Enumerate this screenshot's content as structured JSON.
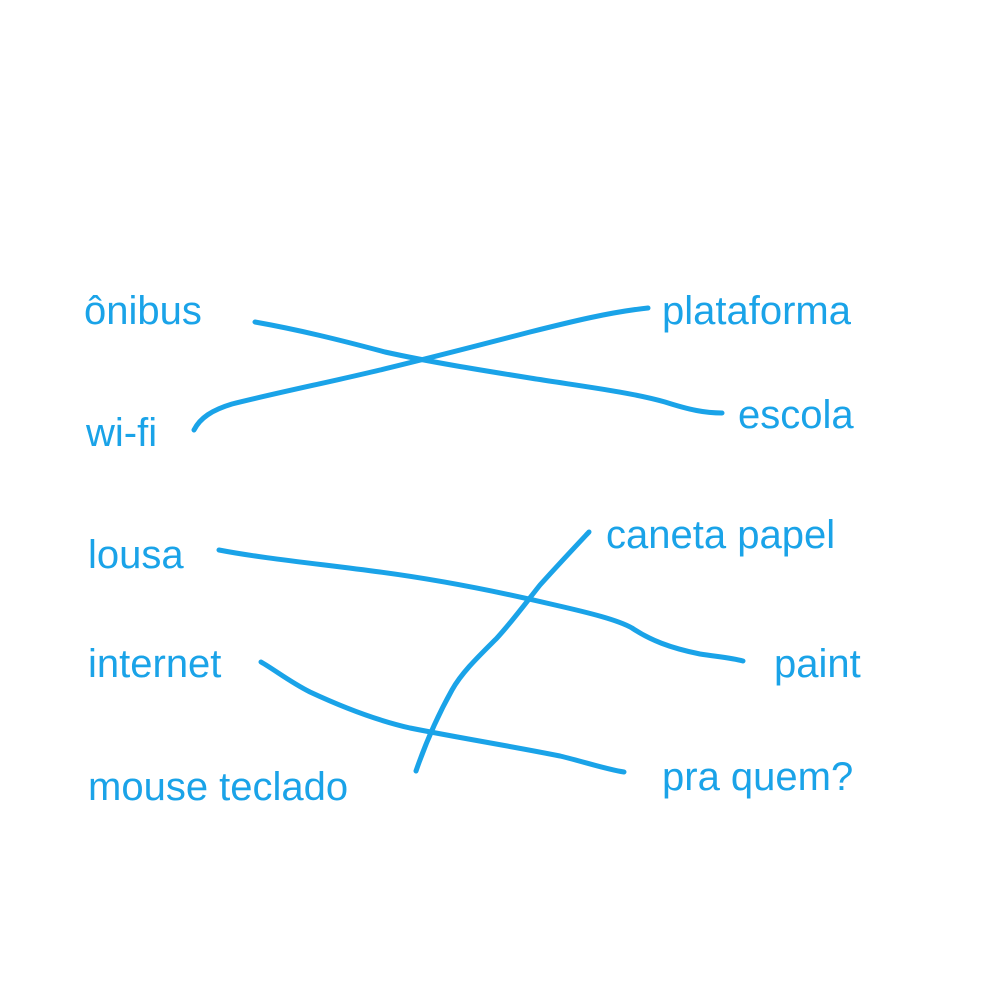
{
  "colors": {
    "ink": "#1aa3e8",
    "background": "#ffffff"
  },
  "left_column": {
    "word_1": "ônibus",
    "word_2": "wi-fi",
    "word_3": "lousa",
    "word_4": "internet",
    "word_5": "mouse teclado"
  },
  "right_column": {
    "word_1": "plataforma",
    "word_2": "escola",
    "word_3": "caneta papel",
    "word_4": "paint",
    "word_5": "pra quem?"
  },
  "connections": [
    {
      "from": "ônibus",
      "to": "escola"
    },
    {
      "from": "wi-fi",
      "to": "plataforma"
    },
    {
      "from": "lousa",
      "to": "paint"
    },
    {
      "from": "internet",
      "to": "pra quem?"
    },
    {
      "from": "mouse teclado",
      "to": "caneta papel"
    }
  ]
}
